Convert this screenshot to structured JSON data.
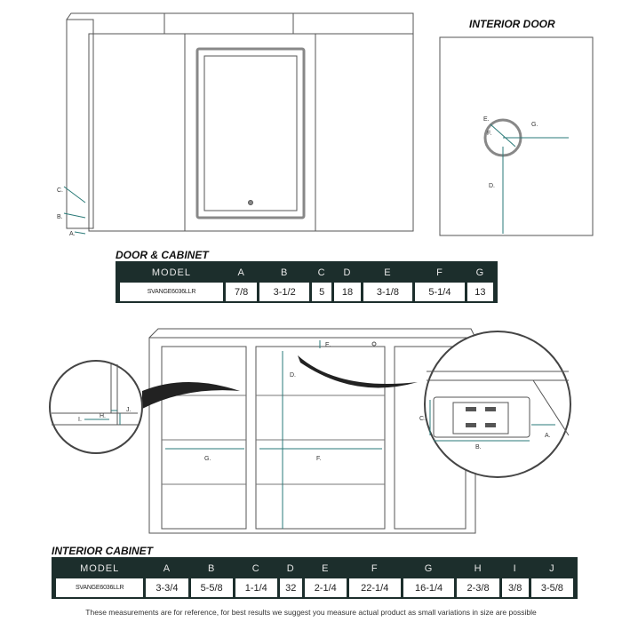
{
  "interior_door": {
    "title": "INTERIOR DOOR",
    "labels": [
      "E.",
      "F.",
      "G.",
      "D."
    ]
  },
  "door_cabinet": {
    "title": "DOOR & CABINET",
    "headers": [
      "MODEL",
      "A",
      "B",
      "C",
      "D",
      "E",
      "F",
      "G"
    ],
    "row": [
      "SVANGE6036LLR",
      "7/8",
      "3-1/2",
      "5",
      "18",
      "3-1/8",
      "5-1/4",
      "13"
    ],
    "diagram_labels": [
      "C.",
      "B.",
      "A."
    ]
  },
  "interior_cabinet": {
    "title": "INTERIOR CABINET",
    "headers": [
      "MODEL",
      "A",
      "B",
      "C",
      "D",
      "E",
      "F",
      "G",
      "H",
      "I",
      "J"
    ],
    "row": [
      "SVANGE6036LLR",
      "3-3/4",
      "5-5/8",
      "1-1/4",
      "32",
      "2-1/4",
      "22-1/4",
      "16-1/4",
      "2-3/8",
      "3/8",
      "3-5/8"
    ],
    "diagram_labels": [
      "E.",
      "D.",
      "J.",
      "H.",
      "I.",
      "G.",
      "F.",
      "C.",
      "B.",
      "A."
    ]
  },
  "footnote": "These measurements are for reference, for best results we suggest you measure actual product as small variations in size are possible",
  "colors": {
    "header": "#1c2e2c",
    "dimension": "#2a7a78"
  }
}
